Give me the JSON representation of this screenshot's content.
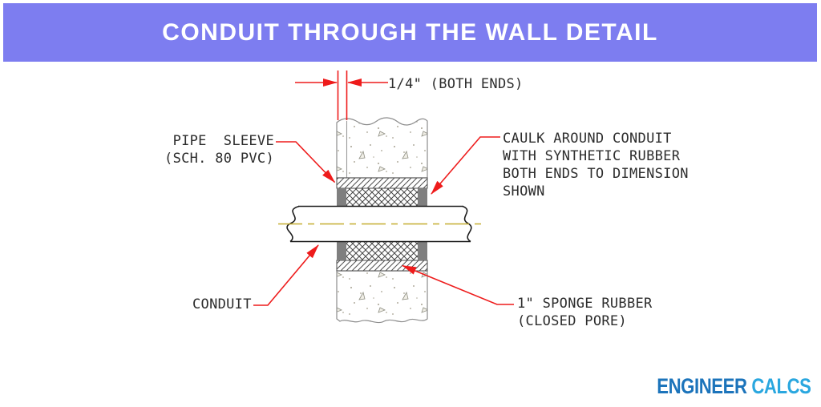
{
  "header": {
    "title": "CONDUIT THROUGH THE WALL DETAIL",
    "banner_color": "#7d7df0"
  },
  "diagram": {
    "dimension": {
      "label": "1/4\" (BOTH ENDS)"
    },
    "labels": {
      "pipe_sleeve": "PIPE  SLEEVE\n(SCH. 80 PVC)",
      "caulk": "CAULK AROUND CONDUIT\nWITH SYNTHETIC RUBBER\nBOTH ENDS TO DIMENSION\nSHOWN",
      "conduit": "CONDUIT",
      "sponge_rubber": "1\" SPONGE RUBBER\n(CLOSED PORE)"
    },
    "colors": {
      "annotation_red": "#ee1b1b",
      "centerline_yellow": "#c4ad2e",
      "caulk_gray": "#7f7f7f",
      "pipe_outline": "#1b1b1b",
      "wall_outline": "#8d8d8d"
    }
  },
  "footer": {
    "brand": {
      "word1": "ENGINEER",
      "word2": "CALCS",
      "word1_color": "#1c74bb",
      "word2_color": "#2aa7df"
    }
  }
}
